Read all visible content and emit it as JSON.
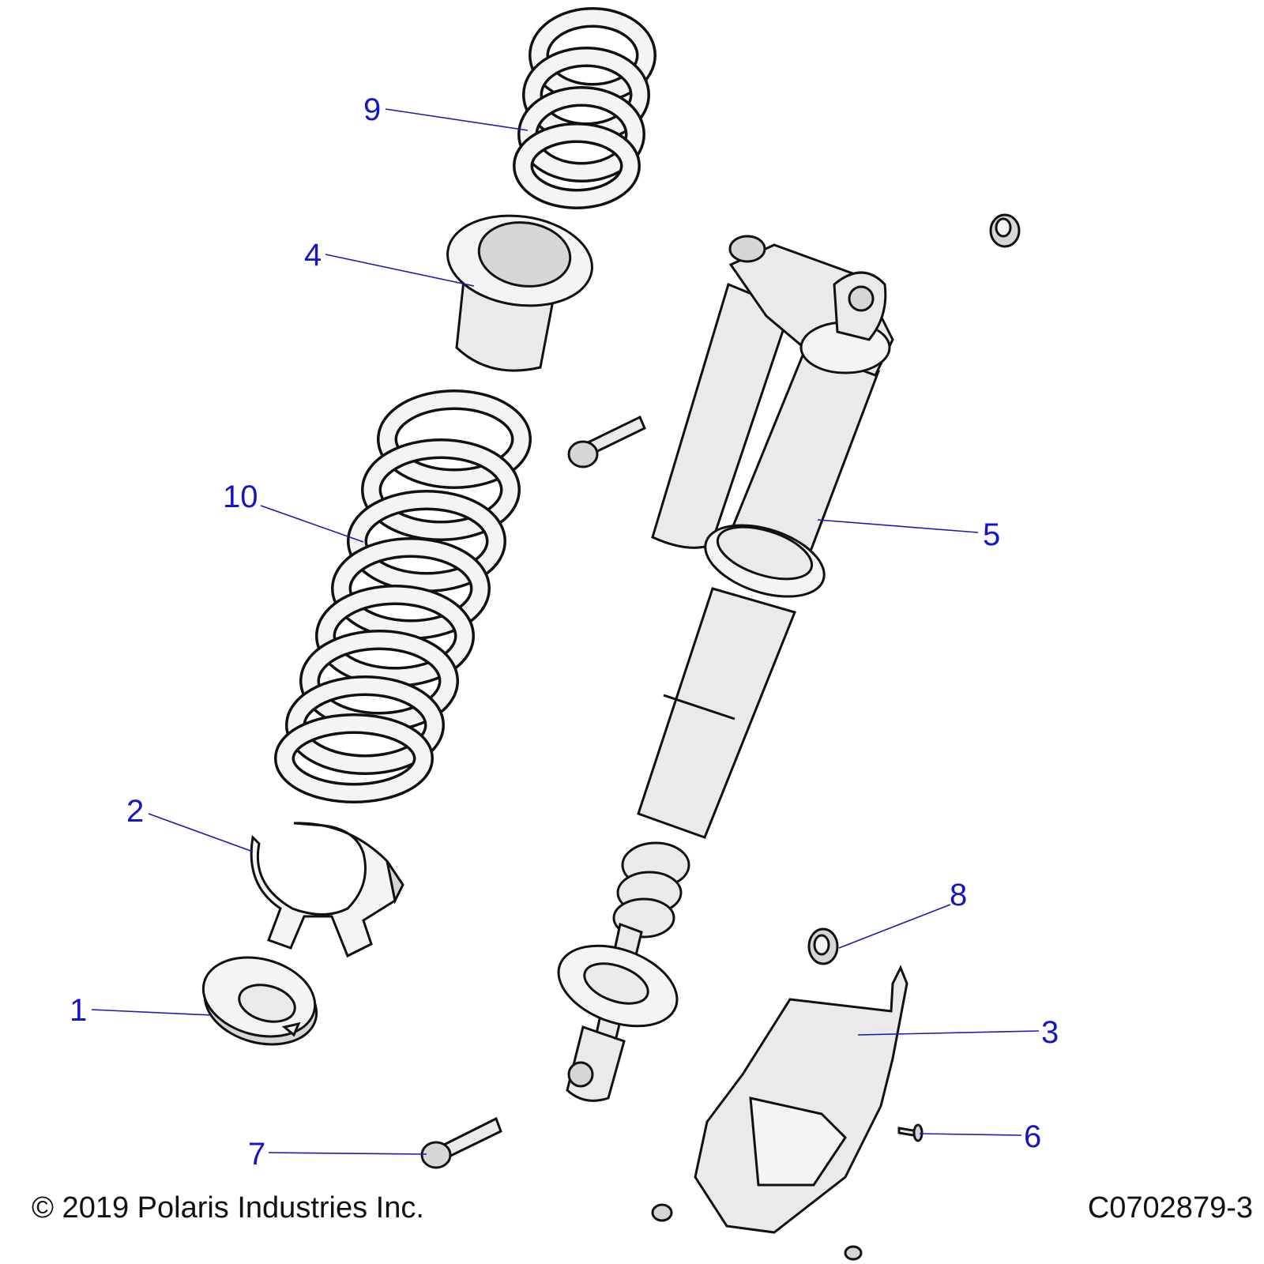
{
  "callouts": [
    {
      "id": "1",
      "label": "1"
    },
    {
      "id": "2",
      "label": "2"
    },
    {
      "id": "3",
      "label": "3"
    },
    {
      "id": "4",
      "label": "4"
    },
    {
      "id": "5",
      "label": "5"
    },
    {
      "id": "6",
      "label": "6"
    },
    {
      "id": "7",
      "label": "7"
    },
    {
      "id": "8",
      "label": "8"
    },
    {
      "id": "9",
      "label": "9"
    },
    {
      "id": "10",
      "label": "10"
    }
  ],
  "footer": {
    "copyright": "© 2019 Polaris Industries Inc.",
    "figure_id": "C0702879-3"
  },
  "colors": {
    "callout": "#1515c8",
    "leader": "#1b1bb0",
    "outline": "#111111"
  }
}
